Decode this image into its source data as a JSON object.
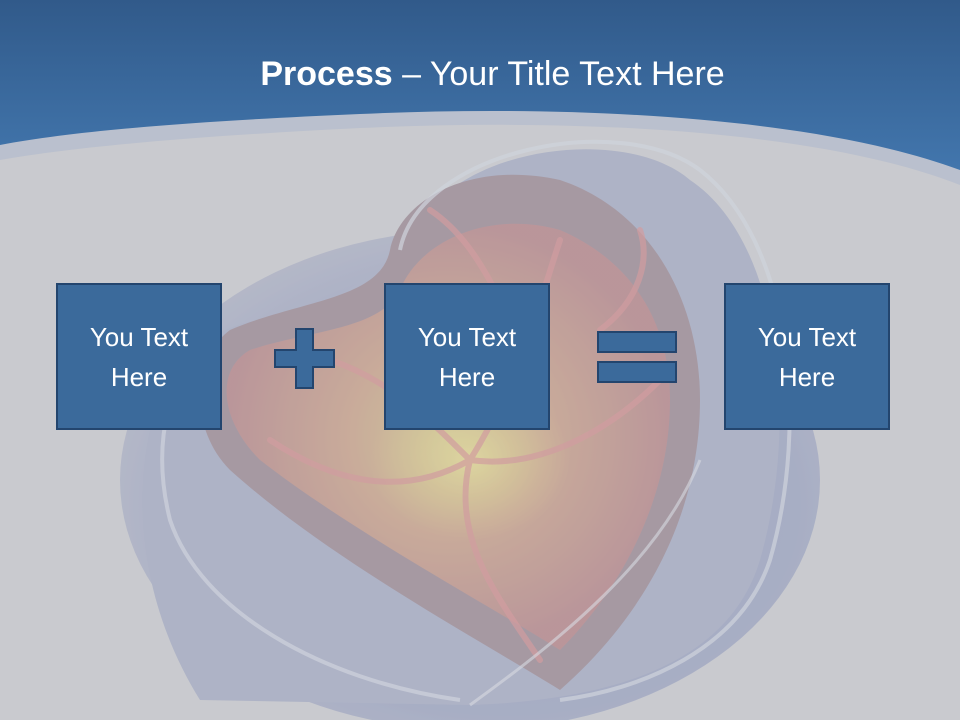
{
  "slide": {
    "title_bold": "Process",
    "title_rest": " – Your Title Text Here"
  },
  "process": {
    "boxes": [
      {
        "text": "You Text Here"
      },
      {
        "text": "You Text Here"
      },
      {
        "text": "You Text Here"
      }
    ],
    "operators": [
      "plus-icon",
      "equals-icon"
    ]
  },
  "colors": {
    "header_blue": "#3a6ea4",
    "background_gray": "#c9cacf",
    "box_fill": "#3b6a9b",
    "box_border": "#23456e"
  }
}
